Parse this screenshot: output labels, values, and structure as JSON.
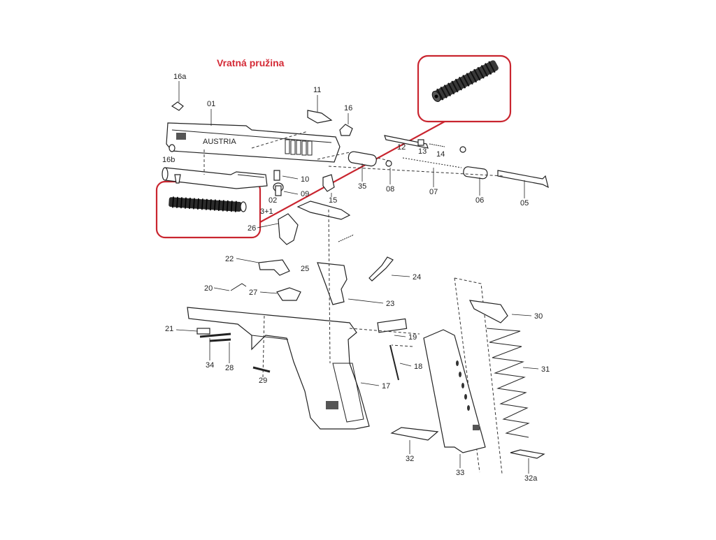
{
  "title": "Vratná pružina",
  "logo_text": "AUSTRIA",
  "parts": {
    "p16a": "16a",
    "p11": "11",
    "p01": "01",
    "p16": "16",
    "p16b": "16b",
    "p12": "12",
    "p13": "13",
    "p14": "14",
    "p10": "10",
    "p09": "09",
    "p02": "02",
    "p03": "3+1",
    "p15": "15",
    "p35": "35",
    "p08": "08",
    "p07": "07",
    "p06": "06",
    "p05": "05",
    "p26": "26",
    "p22": "22",
    "p25": "25",
    "p24": "24",
    "p20": "20",
    "p27": "27",
    "p23": "23",
    "p30": "30",
    "p21": "21",
    "p19": "19",
    "p31": "31",
    "p18": "18",
    "p34": "34",
    "p28": "28",
    "p29": "29",
    "p17": "17",
    "p32": "32",
    "p33": "33",
    "p32a": "32a"
  },
  "colors": {
    "highlight": "#c9252f",
    "title": "#d42a36",
    "line": "#222222"
  }
}
